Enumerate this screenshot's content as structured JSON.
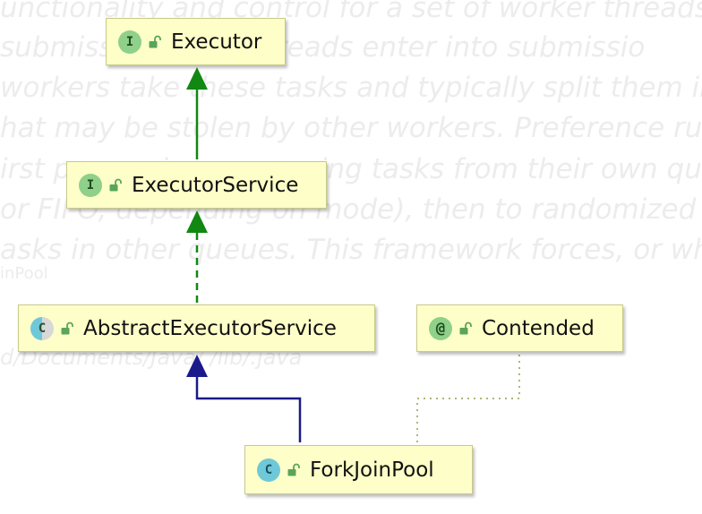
{
  "background_text": {
    "lines": [
      "unctionality and control for a set of worker threads.",
      "submissions ... FJ threads enter into submissio",
      "workers take these tasks and typically split them into",
      "hat may be stolen by other workers.  Preference rule",
      "irst processing processing tasks from their own queue",
      "or FIFO, depending on mode), then to randomized FIF",
      "asks in other queues. This framework forces, or whe"
    ],
    "fragment_1": "inPool",
    "fragment_2": "d/Documents/Java/ /lib/.java"
  },
  "nodes": {
    "executor": {
      "label": "Executor",
      "kind": "I"
    },
    "executor_service": {
      "label": "ExecutorService",
      "kind": "I"
    },
    "abstract_executor_service": {
      "label": "AbstractExecutorService",
      "kind": "C"
    },
    "contended": {
      "label": "Contended",
      "kind": "@"
    },
    "fork_join_pool": {
      "label": "ForkJoinPool",
      "kind": "C"
    }
  },
  "icons": {
    "interface": "interface-icon",
    "abstract_class": "abstract-class-icon",
    "class": "class-icon",
    "annotation": "annotation-icon",
    "public": "unlocked-icon"
  },
  "edges": [
    {
      "from": "executor_service",
      "to": "executor",
      "style": "extends",
      "color": "#118811"
    },
    {
      "from": "abstract_executor_service",
      "to": "executor_service",
      "style": "implements",
      "color": "#118811"
    },
    {
      "from": "fork_join_pool",
      "to": "abstract_executor_service",
      "style": "extends",
      "color": "#1a1a8a"
    },
    {
      "from": "fork_join_pool",
      "to": "contended",
      "style": "annotated",
      "color": "#8a8a3a"
    }
  ]
}
